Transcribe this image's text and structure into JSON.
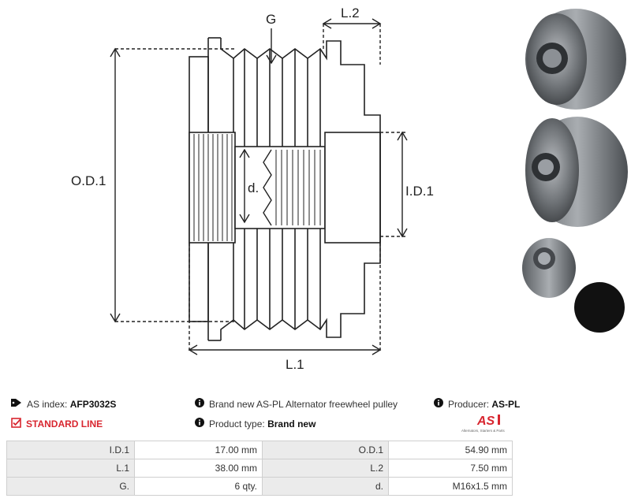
{
  "diagram": {
    "labels": {
      "g": "G",
      "l2": "L.2",
      "od1": "O.D.1",
      "d": "d.",
      "id1": "I.D.1",
      "l1": "L.1"
    }
  },
  "info": {
    "as_index_label": "AS index:",
    "as_index_value": "AFP3032S",
    "standard_line": "STANDARD LINE",
    "description": "Brand new AS-PL Alternator freewheel pulley",
    "product_type_label": "Product type:",
    "product_type_value": "Brand new",
    "producer_label": "Producer:",
    "producer_value": "AS-PL"
  },
  "logo": {
    "mark": "AS",
    "tagline": "Alternators, Starters & Parts"
  },
  "specs": {
    "rows": [
      {
        "l1": "I.D.1",
        "v1": "17.00 mm",
        "l2": "O.D.1",
        "v2": "54.90 mm"
      },
      {
        "l1": "L.1",
        "v1": "38.00 mm",
        "l2": "L.2",
        "v2": "7.50 mm"
      },
      {
        "l1": "G.",
        "v1": "6 qty.",
        "l2": "d.",
        "v2": "M16x1.5 mm"
      }
    ]
  },
  "colors": {
    "brand_red": "#d8262f",
    "label_cell": "#ebebeb",
    "border": "#cfcfcf"
  }
}
